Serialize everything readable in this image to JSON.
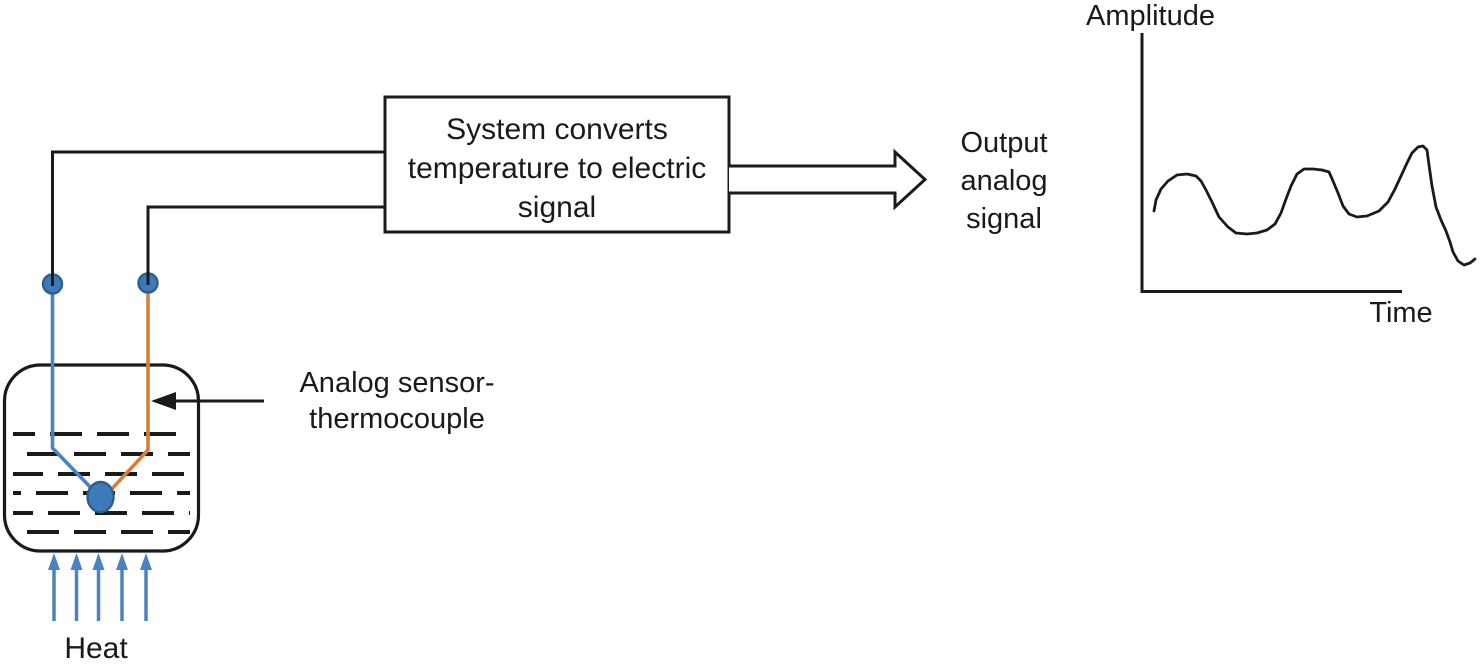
{
  "colors": {
    "ink": "#1a1a1a",
    "wire_blue": "#4a82c2",
    "wire_orange": "#d97e3a",
    "node_fill": "#3d7ab8",
    "node_stroke": "#2c5e91",
    "background": "#ffffff"
  },
  "system_box": {
    "line1": "System converts",
    "line2": "temperature to electric",
    "line3": "signal"
  },
  "output_label": {
    "line1": "Output",
    "line2": "analog",
    "line3": "signal"
  },
  "sensor_label": {
    "line1": "Analog sensor-",
    "line2": "thermocouple"
  },
  "heat_label": "Heat",
  "signal_plot": {
    "type": "line",
    "y_axis_label": "Amplitude",
    "x_axis_label": "Time",
    "points": [
      [
        1154,
        211
      ],
      [
        1156,
        200
      ],
      [
        1161,
        189
      ],
      [
        1168,
        181
      ],
      [
        1177,
        175
      ],
      [
        1187,
        174
      ],
      [
        1196,
        176
      ],
      [
        1201,
        181
      ],
      [
        1206,
        190
      ],
      [
        1212,
        202
      ],
      [
        1219,
        217
      ],
      [
        1228,
        227
      ],
      [
        1236,
        233
      ],
      [
        1247,
        234
      ],
      [
        1257,
        233
      ],
      [
        1267,
        230
      ],
      [
        1275,
        224
      ],
      [
        1281,
        213
      ],
      [
        1286,
        199
      ],
      [
        1291,
        186
      ],
      [
        1297,
        174
      ],
      [
        1304,
        169
      ],
      [
        1313,
        169
      ],
      [
        1322,
        170
      ],
      [
        1329,
        172
      ],
      [
        1333,
        181
      ],
      [
        1338,
        193
      ],
      [
        1343,
        206
      ],
      [
        1349,
        214
      ],
      [
        1357,
        217
      ],
      [
        1367,
        216
      ],
      [
        1379,
        211
      ],
      [
        1388,
        202
      ],
      [
        1395,
        189
      ],
      [
        1401,
        176
      ],
      [
        1407,
        163
      ],
      [
        1412,
        153
      ],
      [
        1418,
        147
      ],
      [
        1423,
        146
      ],
      [
        1427,
        150
      ],
      [
        1429,
        165
      ],
      [
        1432,
        186
      ],
      [
        1436,
        207
      ],
      [
        1441,
        220
      ],
      [
        1446,
        231
      ],
      [
        1450,
        242
      ],
      [
        1453,
        252
      ],
      [
        1458,
        261
      ],
      [
        1464,
        265
      ],
      [
        1470,
        263
      ],
      [
        1475,
        259
      ]
    ]
  }
}
